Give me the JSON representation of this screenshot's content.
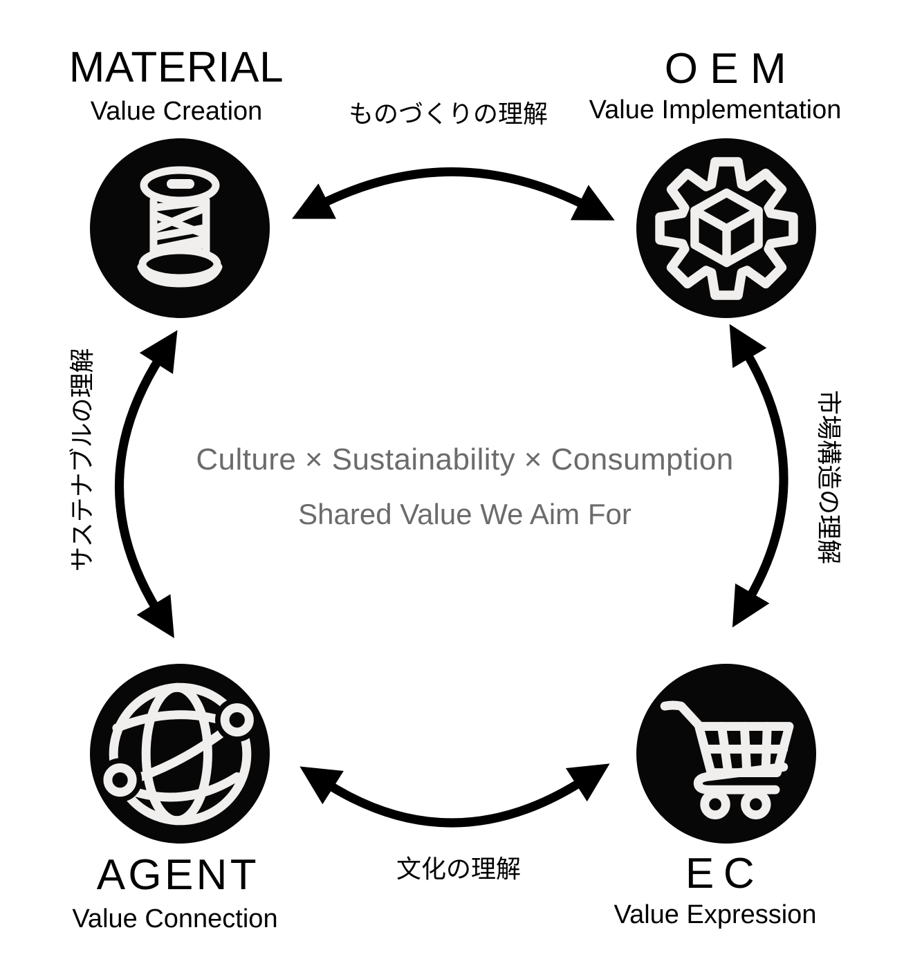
{
  "nodes": {
    "material": {
      "title": "MATERIAL",
      "subtitle": "Value Creation",
      "icon": "thread-spool-icon"
    },
    "oem": {
      "title": "OEM",
      "subtitle": "Value Implementation",
      "icon": "gear-cube-icon"
    },
    "agent": {
      "title": "AGENT",
      "subtitle": "Value Connection",
      "icon": "globe-network-icon"
    },
    "ec": {
      "title": "EC",
      "subtitle": "Value Expression",
      "icon": "shopping-cart-icon"
    }
  },
  "edges": {
    "top": {
      "label": "ものづくりの理解",
      "between": "MATERIAL-OEM",
      "style": "double-headed-arc"
    },
    "right": {
      "label": "市場構造の理解",
      "between": "OEM-EC",
      "style": "double-headed-arc"
    },
    "bottom": {
      "label": "文化の理解",
      "between": "EC-AGENT",
      "style": "double-headed-arc"
    },
    "left": {
      "label": "サステナブルの理解",
      "between": "AGENT-MATERIAL",
      "style": "double-headed-arc"
    }
  },
  "center": {
    "line1": "Culture × Sustainability × Consumption",
    "line2": "Shared Value We Aim For"
  },
  "colors": {
    "background": "#ffffff",
    "node_circle": "#070707",
    "icon_stroke": "#f0efed",
    "arrow": "#000000",
    "heading_text": "#000000",
    "center_text": "#6b6b6b"
  }
}
